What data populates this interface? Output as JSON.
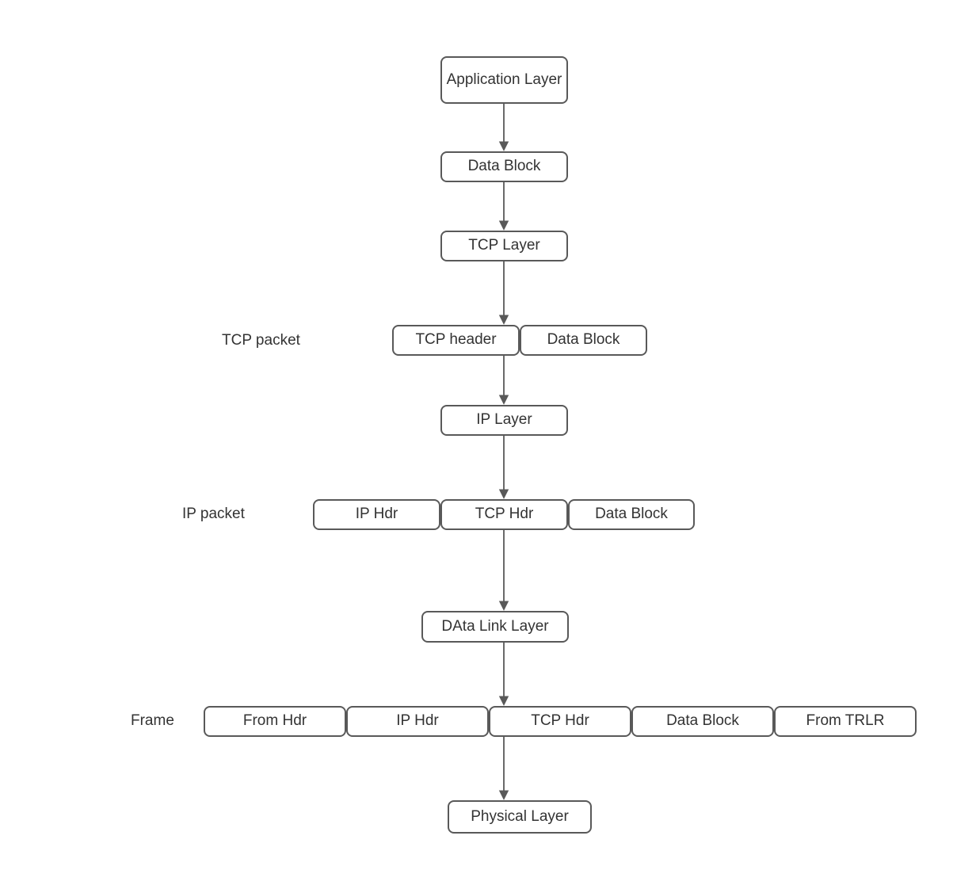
{
  "diagram": {
    "type": "flowchart",
    "subject": "TCP/IP encapsulation layers",
    "colors": {
      "background": "#ffffff",
      "node_border": "#595959",
      "node_fill": "#ffffff",
      "node_text": "#333333",
      "arrow": "#595959",
      "label_text": "#333333"
    },
    "nodes": {
      "application_layer": "Application Layer",
      "data_block_top": "Data Block",
      "tcp_layer": "TCP Layer",
      "tcp_header": "TCP header",
      "tcp_packet_data_block": "Data Block",
      "ip_layer": "IP Layer",
      "ip_packet_ip_hdr": "IP Hdr",
      "ip_packet_tcp_hdr": "TCP Hdr",
      "ip_packet_data_block": "Data Block",
      "data_link_layer": "DAta Link Layer",
      "frame_from_hdr": "From Hdr",
      "frame_ip_hdr": "IP Hdr",
      "frame_tcp_hdr": "TCP Hdr",
      "frame_data_block": "Data Block",
      "frame_from_trlr": "From TRLR",
      "physical_layer": "Physical Layer"
    },
    "row_labels": {
      "tcp_packet": "TCP packet",
      "ip_packet": "IP packet",
      "frame": "Frame"
    },
    "edges": [
      {
        "from": "application_layer",
        "to": "data_block_top"
      },
      {
        "from": "data_block_top",
        "to": "tcp_layer"
      },
      {
        "from": "tcp_layer",
        "to": "tcp_packet_row"
      },
      {
        "from": "tcp_packet_row",
        "to": "ip_layer"
      },
      {
        "from": "ip_layer",
        "to": "ip_packet_row"
      },
      {
        "from": "ip_packet_row",
        "to": "data_link_layer"
      },
      {
        "from": "data_link_layer",
        "to": "frame_row"
      },
      {
        "from": "frame_row",
        "to": "physical_layer"
      }
    ]
  }
}
